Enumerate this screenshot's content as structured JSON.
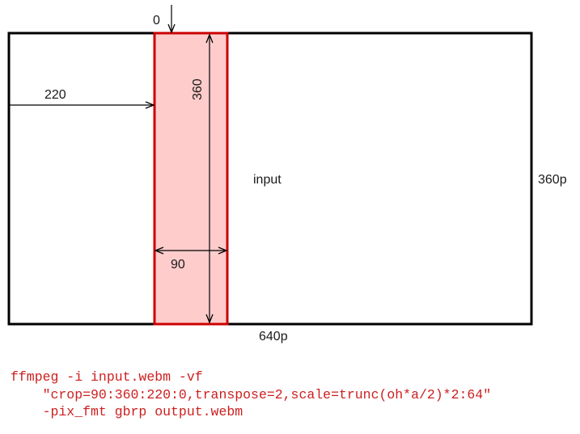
{
  "diagram": {
    "labels": {
      "crop_x_marker": "0",
      "x_offset": "220",
      "crop_height": "360",
      "crop_width": "90",
      "input_label": "input",
      "frame_height": "360p",
      "frame_width": "640p"
    },
    "colors": {
      "frame_stroke": "#000000",
      "crop_fill": "#ffcccc",
      "crop_stroke": "#cc0000",
      "command_text": "#cc1f1f"
    }
  },
  "command": {
    "lines": [
      "ffmpeg -i input.webm -vf",
      "    \"crop=90:360:220:0,transpose=2,scale=trunc(oh*a/2)*2:64\"",
      "    -pix_fmt gbrp output.webm"
    ]
  }
}
